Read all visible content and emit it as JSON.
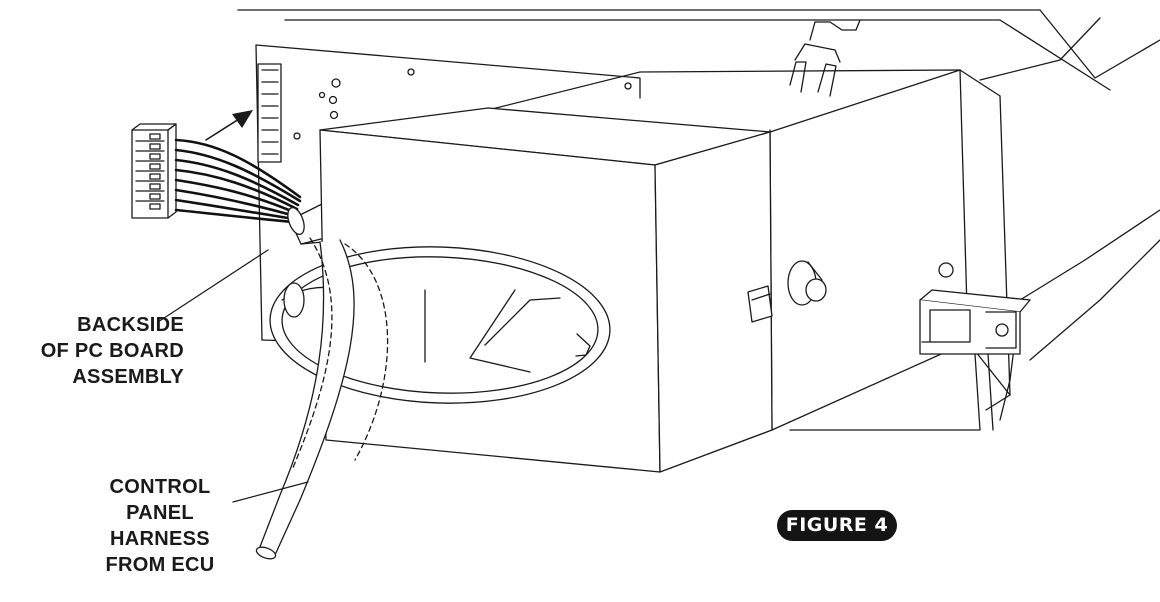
{
  "figure": {
    "badge": "FIGURE 4"
  },
  "callouts": {
    "pc_board": [
      "BACKSIDE",
      "OF PC BOARD",
      "ASSEMBLY"
    ],
    "harness": [
      "CONTROL",
      "PANEL",
      "HARNESS",
      "FROM ECU"
    ]
  },
  "colors": {
    "line": "#1a1a1a",
    "badge_bg": "#141414",
    "badge_text": "#ffffff"
  }
}
